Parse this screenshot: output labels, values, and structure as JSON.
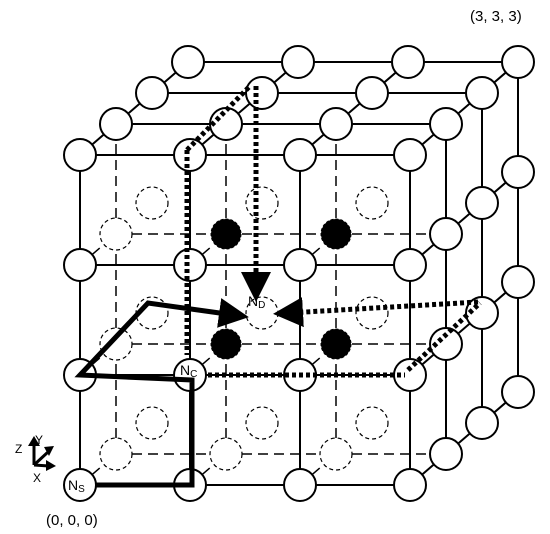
{
  "labels": {
    "origin": "(0, 0, 0)",
    "corner": "(3, 3, 3)",
    "source_prefix": "N",
    "source_sub": "S",
    "dest_prefix": "N",
    "dest_sub": "D",
    "current_prefix": "N",
    "current_sub": "C"
  },
  "axes": {
    "z": "Z",
    "y": "Y",
    "x": "X"
  }
}
